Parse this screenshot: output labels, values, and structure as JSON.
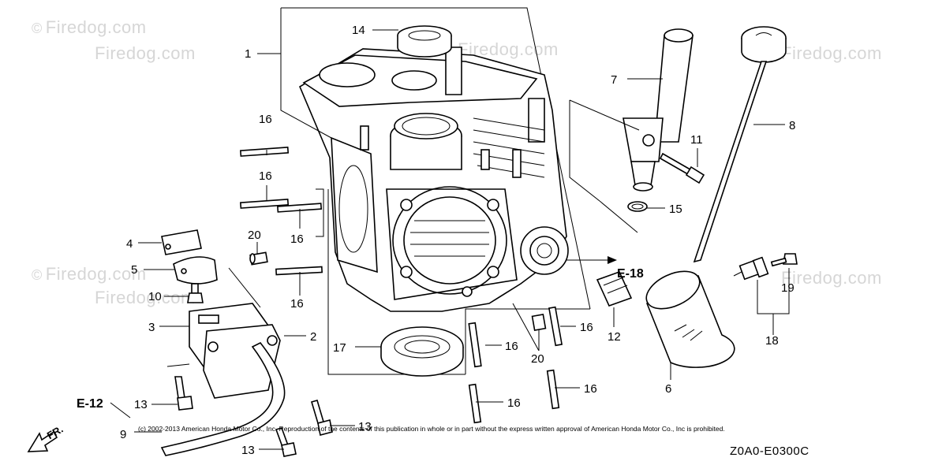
{
  "watermark": {
    "symbol": "©",
    "text": "Firedog.com"
  },
  "callouts": {
    "c1": "1",
    "c2": "2",
    "c3": "3",
    "c4": "4",
    "c5": "5",
    "c6": "6",
    "c7": "7",
    "c8": "8",
    "c9": "9",
    "c10": "10",
    "c11": "11",
    "c12": "12",
    "c13": "13",
    "c14": "14",
    "c15": "15",
    "c16": "16",
    "c17": "17",
    "c18": "18",
    "c19": "19",
    "c20": "20"
  },
  "refs": {
    "e18": "E-18",
    "e12": "E-12",
    "fr": "FR."
  },
  "copyright": "(c) 2002-2013 American Honda Motor Co., Inc. Reproduction of the contents of this publication in whole or in part without the express written approval of American Honda Motor Co., Inc is prohibited.",
  "diagram_code": "Z0A0-E0300C"
}
